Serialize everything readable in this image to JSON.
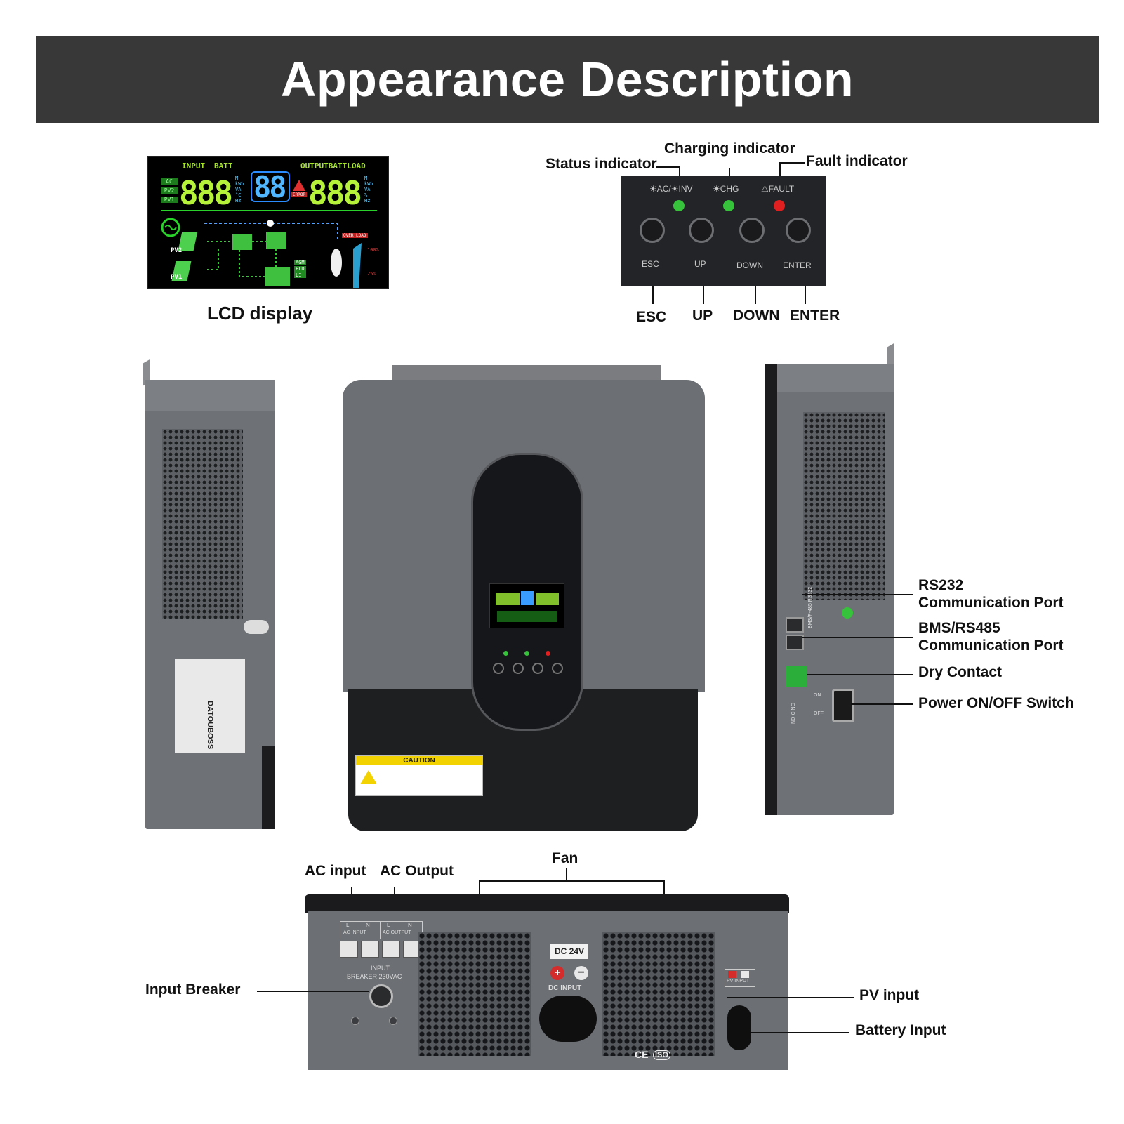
{
  "title": "Appearance Description",
  "lcd": {
    "caption": "LCD display",
    "input_label": "INPUT",
    "batt_label": "BATT",
    "output_label": "OUTPUTBATTLOAD",
    "left_digits": "888",
    "mid_digits": "88",
    "right_digits": "888",
    "units_left": [
      "M",
      "kWh",
      "VA",
      "°C",
      "Hz"
    ],
    "units_right": [
      "M",
      "kWh",
      "VA",
      "%",
      "Hz"
    ],
    "tags_left": [
      "AC",
      "PV2",
      "PV1"
    ],
    "error_label": "ERROR",
    "overload_label": "OVER LOAD",
    "pv2_label": "PV2",
    "pv1_label": "PV1",
    "batt_types": [
      "AGM",
      "FLD",
      "LI"
    ],
    "pct_100": "100%",
    "pct_25": "25%"
  },
  "panel": {
    "status_indicator": "Status indicator",
    "charging_indicator": "Charging indicator",
    "fault_indicator": "Fault indicator",
    "led_ac_inv": "☀AC/☀INV",
    "led_chg": "☀CHG",
    "led_fault": "⚠FAULT",
    "btn_labels": [
      "ESC",
      "UP",
      "DOWN",
      "ENTER"
    ],
    "callouts": [
      "ESC",
      "UP",
      "DOWN",
      "ENTER"
    ],
    "led_colors": [
      "#36c23a",
      "#36c23a",
      "#e02020"
    ]
  },
  "side_right": {
    "rs232_1": "RS232",
    "rs232_2": "Communication Port",
    "bms_1": "BMS/RS485",
    "bms_2": "Communication Port",
    "dry": "Dry Contact",
    "power": "Power ON/OFF Switch",
    "port_text": "BMS/P-485  RS232",
    "on": "ON",
    "off": "OFF",
    "no_c_nc": "NO C NC"
  },
  "side_left": {
    "brand": "DATOUBOSS"
  },
  "front": {
    "caution": "CAUTION"
  },
  "bottom": {
    "fan": "Fan",
    "ac_input": "AC input",
    "ac_output": "AC Output",
    "input_breaker": "Input Breaker",
    "pv_input": "PV input",
    "battery_input": "Battery Input",
    "dc24": "DC 24V",
    "dc_input": "DC INPUT",
    "breaker_text_1": "INPUT",
    "breaker_text_2": "BREAKER 230VAC",
    "ac_input_tag": "AC INPUT",
    "ac_output_tag": "AC OUTPUT",
    "pv_input_tag": "PV INPUT",
    "l": "L",
    "n": "N",
    "ce": "CE",
    "iso": "ISO"
  }
}
